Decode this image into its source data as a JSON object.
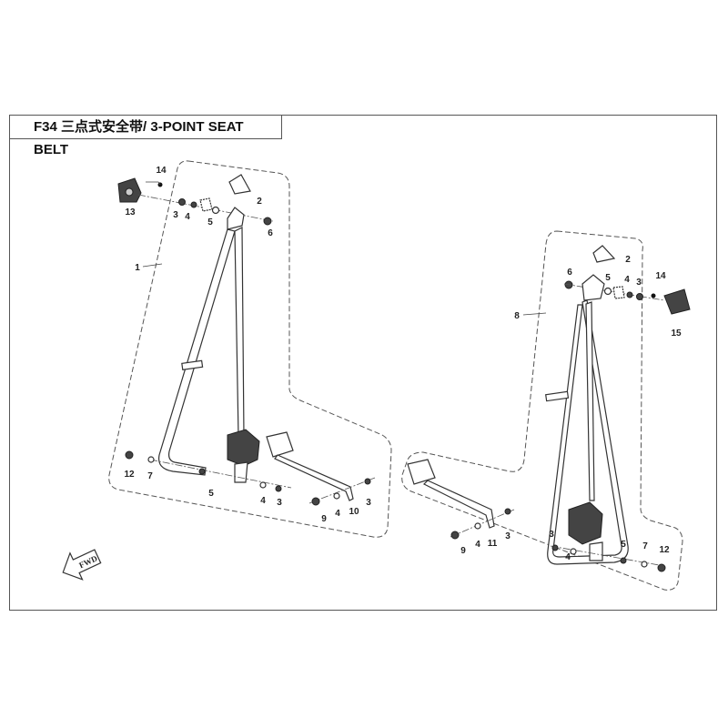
{
  "title": "F34  三点式安全带/ 3-POINT SEAT BELT",
  "fwd_label": "FWD",
  "left_assembly_labels": [
    "14",
    "13",
    "3",
    "4",
    "5",
    "2",
    "6",
    "1",
    "12",
    "7",
    "5",
    "4",
    "3",
    "9",
    "4",
    "10",
    "3"
  ],
  "right_assembly_labels": [
    "2",
    "6",
    "5",
    "4",
    "3",
    "14",
    "15",
    "8",
    "3",
    "4",
    "5",
    "7",
    "12",
    "9",
    "4",
    "11",
    "3"
  ]
}
